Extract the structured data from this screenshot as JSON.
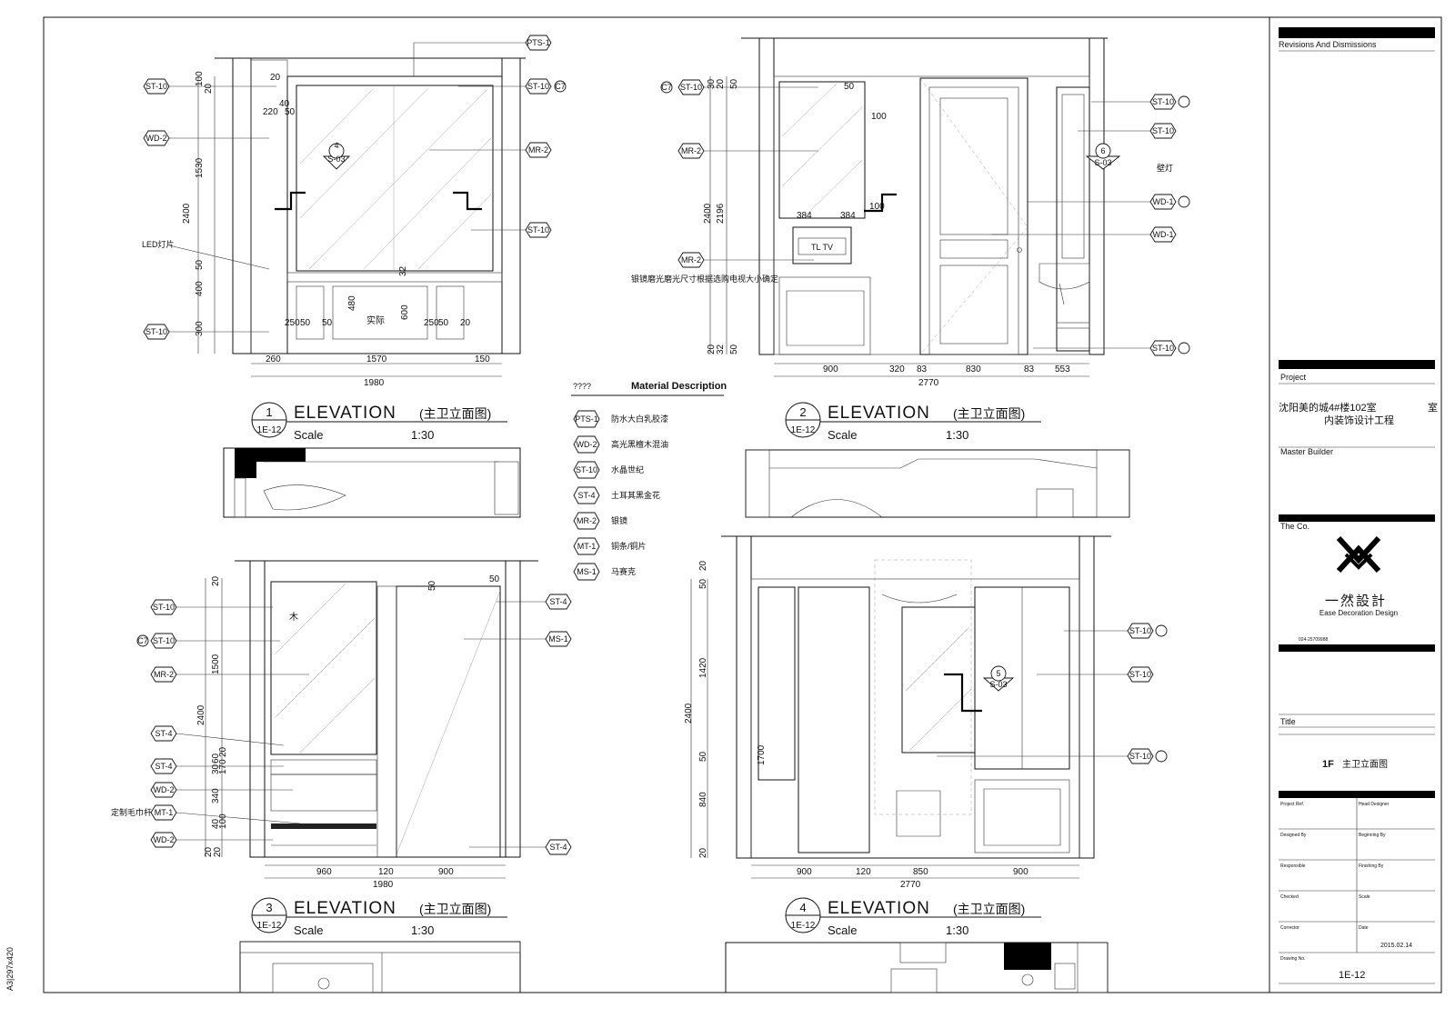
{
  "side_note": "A3|297x420",
  "tags": {
    "pts1": "PTS-1",
    "st10": "ST-10",
    "wd2": "WD-2",
    "mr2": "MR-2",
    "st4": "ST-4",
    "ms1": "MS-1",
    "mt1": "MT-1",
    "wd1": "WD-1"
  },
  "callout_marks": {
    "c7": "C7"
  },
  "notes": {
    "led": "LED灯片",
    "tv_mirror": "银镜磨光磨光尺寸根据选购电视大小确定",
    "wall_lamp": "壁灯",
    "towel_bar": "定制毛巾杆",
    "actual": "实际",
    "tv_tag": "TL TV"
  },
  "sections": {
    "s4": {
      "num": "4",
      "ref": "S-03"
    },
    "s6": {
      "num": "6",
      "ref": "S-03"
    },
    "s5": {
      "num": "5",
      "ref": "S-03"
    }
  },
  "elevations": [
    {
      "num": "1",
      "ref": "1E-12",
      "title": "ELEVATION",
      "cn": "(主卫立面图)",
      "scale_label": "Scale",
      "scale": "1:30"
    },
    {
      "num": "2",
      "ref": "1E-12",
      "title": "ELEVATION",
      "cn": "(主卫立面图)",
      "scale_label": "Scale",
      "scale": "1:30"
    },
    {
      "num": "3",
      "ref": "1E-12",
      "title": "ELEVATION",
      "cn": "(主卫立面图)",
      "scale_label": "Scale",
      "scale": "1:30"
    },
    {
      "num": "4",
      "ref": "1E-12",
      "title": "ELEVATION",
      "cn": "(主卫立面图)",
      "scale_label": "Scale",
      "scale": "1:30"
    }
  ],
  "dims": {
    "e1": {
      "bottom": [
        "260",
        "1570",
        "150",
        "1980"
      ],
      "left": [
        "100",
        "20",
        "1530",
        "2400",
        "50",
        "400",
        "300"
      ],
      "inner": [
        "20",
        "40",
        "220",
        "50",
        "50",
        "20",
        "50",
        "50",
        "32",
        "480",
        "600",
        "50",
        "250",
        "50",
        "50",
        "250",
        "50",
        "20"
      ]
    },
    "e2": {
      "bottom": [
        "900",
        "320",
        "83",
        "830",
        "83",
        "553",
        "2770"
      ],
      "left": [
        "30",
        "20",
        "50",
        "2400",
        "2196",
        "20",
        "32",
        "50"
      ],
      "inner": [
        "50",
        "100",
        "384",
        "384",
        "100"
      ]
    },
    "e3": {
      "bottom": [
        "960",
        "120",
        "900",
        "1980"
      ],
      "left": [
        "20",
        "1500",
        "2400",
        "30",
        "60",
        "170",
        "20",
        "340",
        "40",
        "100",
        "20",
        "20"
      ],
      "inner": [
        "50",
        "50"
      ]
    },
    "e4": {
      "bottom": [
        "900",
        "120",
        "850",
        "900",
        "2770"
      ],
      "left": [
        "50",
        "20",
        "1420",
        "2400",
        "50",
        "1700",
        "840",
        "20"
      ]
    }
  },
  "legend": {
    "header_code": "????",
    "header": "Material Description",
    "items": [
      {
        "code": "PTS-1",
        "desc": "防水大白乳胶漆"
      },
      {
        "code": "WD-2",
        "desc": "高光黑檀木混油"
      },
      {
        "code": "ST-10",
        "desc": "水晶世纪"
      },
      {
        "code": "ST-4",
        "desc": "土耳其黑金花"
      },
      {
        "code": "MR-2",
        "desc": "银镜"
      },
      {
        "code": "MT-1",
        "desc": "铜条/铜片"
      },
      {
        "code": "MS-1",
        "desc": "马赛克"
      }
    ]
  },
  "title_block": {
    "revisions": "Revisions And Dismissions",
    "project_label": "Project",
    "project_line1": "沈阳美的城4#楼102室",
    "project_mark": "室",
    "project_line2": "内装饰设计工程",
    "master_builder": "Master Builder",
    "company_label": "The Co.",
    "company_cn": "一然設計",
    "company_en": "Ease Decoration Design",
    "phone": "024-25709988",
    "title_label": "Title",
    "title_floor": "1F",
    "title_name": "主卫立面图",
    "project_ref": "Project Ref.",
    "head_designer": "Head Designer",
    "designed_by": "Designed By",
    "beginning_by": "Beginning By",
    "responsible": "Responsible",
    "finishing_by": "Finishing By",
    "checked": "Checked",
    "scale": "Scale",
    "corrector": "Corrector",
    "date_label": "Date",
    "date": "2015.02.14",
    "drawing_no_label": "Drawing No.",
    "drawing_no": "1E-12"
  }
}
